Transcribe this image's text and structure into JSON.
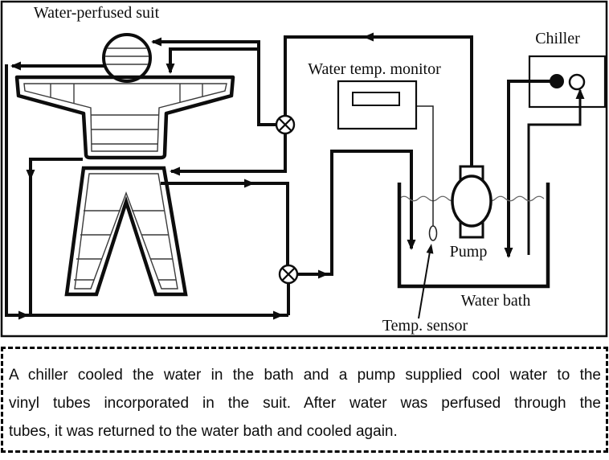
{
  "diagram": {
    "labels": {
      "suit": "Water-perfused suit",
      "monitor": "Water temp. monitor",
      "chiller": "Chiller",
      "pump": "Pump",
      "water_bath": "Water bath",
      "temp_sensor": "Temp. sensor"
    },
    "colors": {
      "line": "#0d0d0d",
      "lining": "#3a3a3a",
      "water_wave": "#666666",
      "background": "#ffffff"
    },
    "symbols": [
      "valve-icon",
      "pump-icon",
      "temp-sensor-icon",
      "chiller-ports-icon"
    ]
  },
  "caption": {
    "lines": [
      "A chiller cooled the water in the bath and a pump supplied cool water to the",
      "vinyl tubes incorporated in the suit. After water was perfused through the",
      "tubes, it was returned to the water bath and cooled again."
    ]
  }
}
